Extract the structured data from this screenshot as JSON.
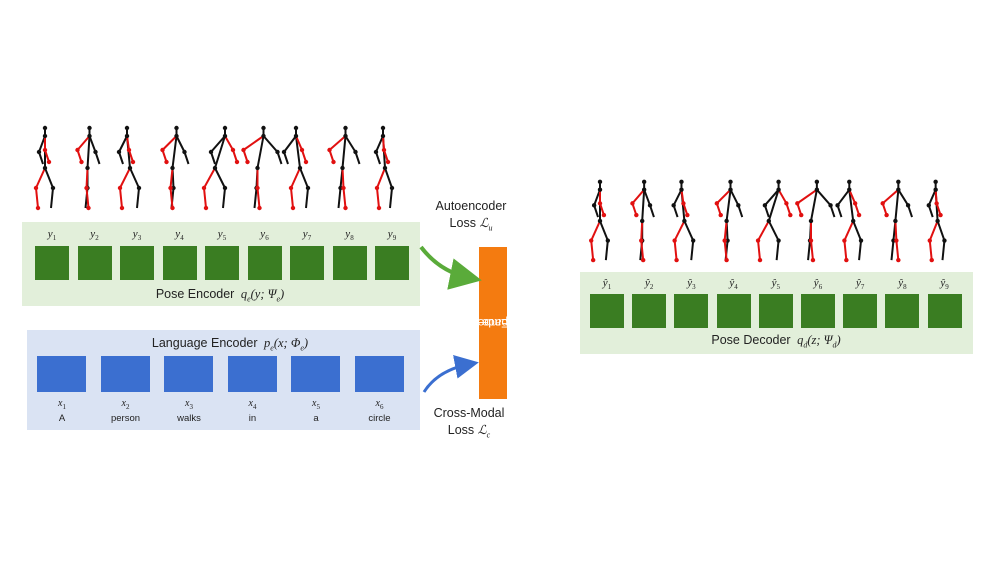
{
  "encoder_side": {
    "pose_encoder_label": "Pose Encoder",
    "pose_encoder_math": "q_e(y; Ψ_e)",
    "pose_tokens": [
      "y1",
      "y2",
      "y3",
      "y4",
      "y5",
      "y6",
      "y7",
      "y8",
      "y9"
    ],
    "language_encoder_label": "Language Encoder",
    "language_encoder_math": "p_e(x; Φ_e)",
    "language_tokens": [
      {
        "sym": "x1",
        "word": "A"
      },
      {
        "sym": "x2",
        "word": "person"
      },
      {
        "sym": "x3",
        "word": "walks"
      },
      {
        "sym": "x4",
        "word": "in"
      },
      {
        "sym": "x5",
        "word": "a"
      },
      {
        "sym": "x6",
        "word": "circle"
      }
    ]
  },
  "losses": {
    "autoencoder_line1": "Autoencoder",
    "autoencoder_line2": "Loss",
    "autoencoder_symbol": "ℒ",
    "autoencoder_sub": "u",
    "crossmodal_line1": "Cross-Modal",
    "crossmodal_line2": "Loss",
    "crossmodal_symbol": "ℒ",
    "crossmodal_sub": "c"
  },
  "joint_space": {
    "line1": "Joint Embedding",
    "line2": "Space ℤ"
  },
  "decoder_side": {
    "pose_decoder_label": "Pose Decoder",
    "pose_decoder_math": "q_d(z; Ψ_d)",
    "pose_tokens": [
      "ŷ1",
      "ŷ2",
      "ŷ3",
      "ŷ4",
      "ŷ5",
      "ŷ6",
      "ŷ7",
      "ŷ8",
      "ŷ9"
    ]
  },
  "colors": {
    "green_block": "#3a7d22",
    "blue_block": "#3b6fd0",
    "green_panel": "#e2efda",
    "blue_panel": "#dae3f3",
    "joint_box": "#f47b10",
    "arrow_green": "#5aab3a",
    "arrow_blue": "#3b6fd0",
    "skeleton_red": "#e11010",
    "skeleton_black": "#111111"
  }
}
